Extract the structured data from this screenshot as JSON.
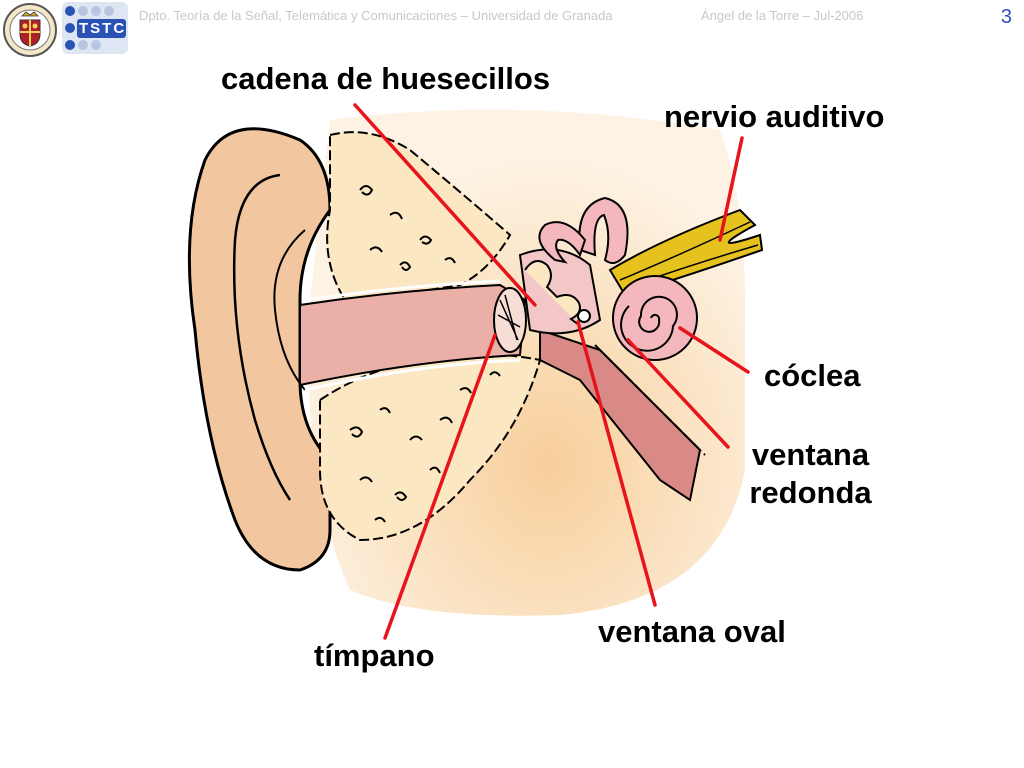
{
  "header": {
    "department": "Dpto. Teoría de la Señal, Telemática y Comunicaciones – Universidad de Granada",
    "author_date": "Ángel de la Torre – Jul-2006",
    "page_number": "3",
    "logo_text": "TSTC"
  },
  "labels": {
    "ossicles": "cadena de huesecillos",
    "auditory_nerve": "nervio auditivo",
    "cochlea": "cóclea",
    "round_window_line1": "ventana",
    "round_window_line2": "redonda",
    "oval_window": "ventana oval",
    "eardrum": "tímpano"
  },
  "colors": {
    "pointer_line": "#e8141c",
    "page_number": "#2a52b4",
    "header_text": "#c8c8c8",
    "skin": "#f2c7a0",
    "bone": "#fbe7c2",
    "canal": "#eab0a8",
    "nerve": "#e6c21e",
    "cochlea": "#f3b7bd"
  }
}
